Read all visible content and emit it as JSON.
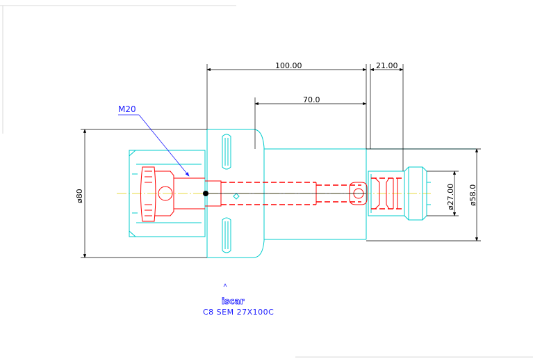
{
  "dimensions": {
    "length_100": "100.00",
    "length_21": "21.00",
    "length_70": "70.0",
    "dia_80": "ø80",
    "dia_27": "ø27.00",
    "dia_58": "ø58.0"
  },
  "callout": {
    "thread": "M20"
  },
  "caption": {
    "logo": "iscar",
    "part_code": "C8 SEM 27X100C"
  },
  "colors": {
    "body_outline": "#00cccc",
    "hidden_lines": "#ff0000",
    "dimension_lines": "#000000",
    "annotation": "#1a1aff",
    "center_line": "#e0d000"
  }
}
